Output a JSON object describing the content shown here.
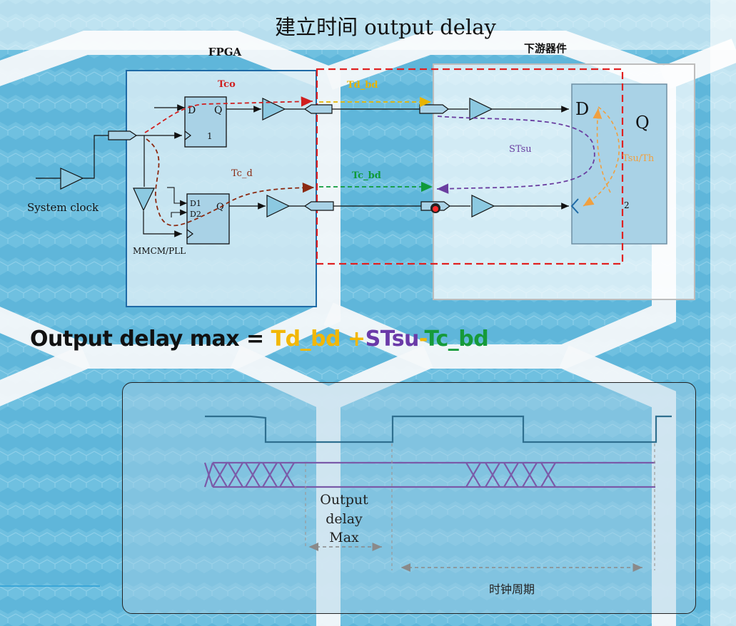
{
  "title": "建立时间 output delay",
  "fpga_label": "FPGA",
  "downstream_label": "下游器件",
  "system_clock_label": "System clock",
  "mmcm_label": "MMCM/PLL",
  "ff1": {
    "d": "D",
    "q": "Q",
    "clk": "1"
  },
  "ff2": {
    "d1": "D1",
    "d2": "D2",
    "q": "Q"
  },
  "ff3": {
    "d": "D",
    "q": "Q",
    "clk": "2"
  },
  "paths": {
    "tco": "Tco",
    "td_bd": "Td_bd",
    "tc_d": "Tc_d",
    "tc_bd": "Tc_bd",
    "stsu": "STsu",
    "tsu_th": "Tsu/Th"
  },
  "formula": {
    "prefix": "Output delay max = ",
    "td_bd": "Td_bd",
    "plus": " +",
    "stsu": "STsu",
    "minus": "-",
    "tc_bd": "Tc_bd"
  },
  "timing": {
    "output_delay_line1": "Output",
    "output_delay_line2": "delay",
    "output_delay_line3": "Max",
    "clock_period": "时钟周期"
  },
  "colors": {
    "tco": "#d01f1f",
    "td_bd": "#e8b400",
    "tc_d": "#8b2a12",
    "tc_bd": "#0f9a3a",
    "stsu": "#6a3ea0",
    "tsu_th": "#f0a040",
    "formula_td": "#f2b705",
    "formula_stsu": "#6a3aa8",
    "formula_tc": "#169a3a",
    "fpga_border": "#1e6aa6",
    "red_dash": "#e02020"
  }
}
